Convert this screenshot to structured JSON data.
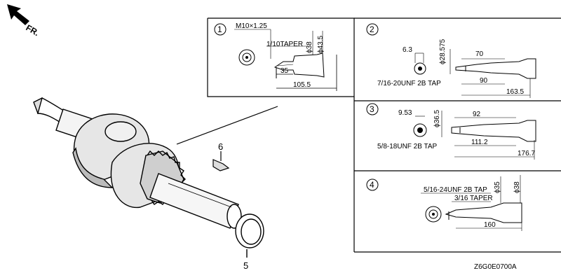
{
  "direction": {
    "label": "FR.",
    "icon": "front-direction-arrow-icon"
  },
  "parts": [
    {
      "ref": "6"
    },
    {
      "ref": "5"
    }
  ],
  "panels": [
    {
      "index": "1",
      "labels": [
        "M10×1.25",
        "1/10TAPER",
        "35",
        "105.5",
        "ϕ38",
        "ϕ43.5"
      ]
    },
    {
      "index": "2",
      "labels": [
        "6.3",
        "ϕ28.575",
        "70",
        "90",
        "7/16-20UNF 2B TAP",
        "163.5"
      ]
    },
    {
      "index": "3",
      "labels": [
        "9.53",
        "ϕ36.5",
        "92",
        "5/8-18UNF 2B TAP",
        "111.2",
        "176.7"
      ]
    },
    {
      "index": "4",
      "labels": [
        "5/16-24UNF 2B TAP",
        "ϕ35",
        "ϕ38",
        "3/16 TAPER",
        "160"
      ]
    }
  ],
  "drawing_code": "Z6G0E0700A"
}
